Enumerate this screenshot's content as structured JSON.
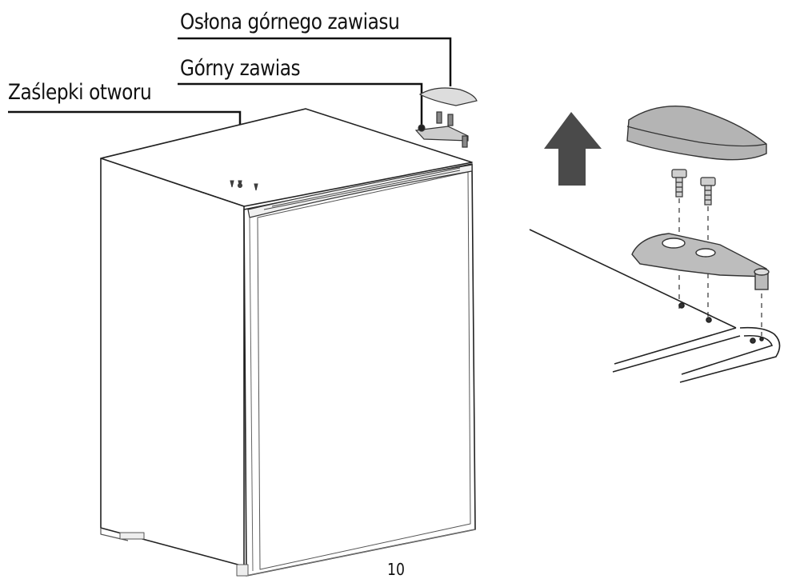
{
  "labels": {
    "top_hinge_cover": "Osłona górnego zawiasu",
    "top_hinge": "Górny zawias",
    "hole_caps": "Zaślepki otworu"
  },
  "page_number": "10",
  "icons": {
    "direction": "arrow-up-icon"
  },
  "colors": {
    "line": "#111111",
    "arrow": "#444444",
    "cover_fill": "#a9a9a9",
    "hinge_fill": "#bdbdbd"
  }
}
